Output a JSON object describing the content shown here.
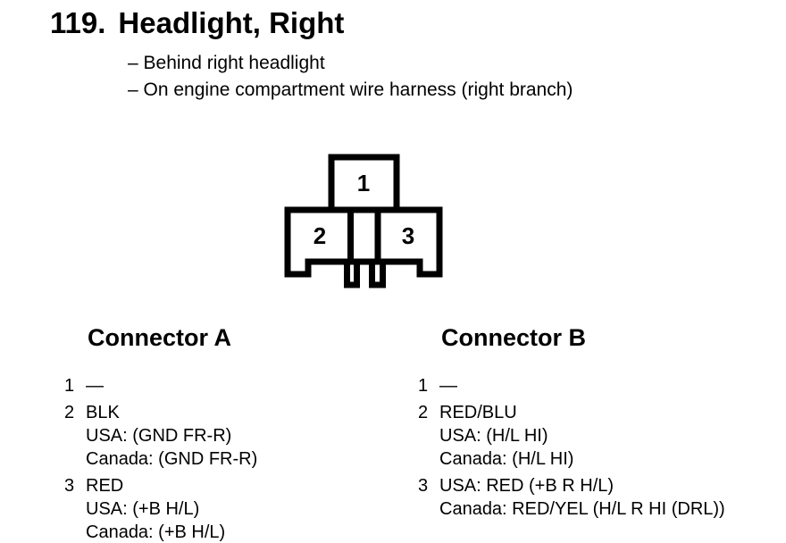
{
  "page": {
    "number": "119.",
    "title": "Headlight, Right",
    "bullets": [
      "– Behind right headlight",
      "– On engine compartment wire harness (right branch)"
    ]
  },
  "connector_diagram": {
    "cavity_labels": {
      "c1": "1",
      "c2": "2",
      "c3": "3"
    }
  },
  "connectors": [
    {
      "heading": "Connector A",
      "pins": [
        {
          "number": "1",
          "lines": [
            "—"
          ]
        },
        {
          "number": "2",
          "lines": [
            "BLK",
            "USA: (GND FR-R)",
            "Canada: (GND FR-R)"
          ]
        },
        {
          "number": "3",
          "lines": [
            "RED",
            "USA: (+B H/L)",
            "Canada: (+B H/L)"
          ]
        }
      ]
    },
    {
      "heading": "Connector B",
      "pins": [
        {
          "number": "1",
          "lines": [
            "—"
          ]
        },
        {
          "number": "2",
          "lines": [
            "RED/BLU",
            "USA: (H/L HI)",
            "Canada: (H/L HI)"
          ]
        },
        {
          "number": "3",
          "lines": [
            "USA: RED (+B R H/L)",
            "Canada: RED/YEL (H/L R HI (DRL))"
          ]
        }
      ]
    }
  ],
  "colors": {
    "ink": "#000000",
    "paper": "#ffffff"
  }
}
